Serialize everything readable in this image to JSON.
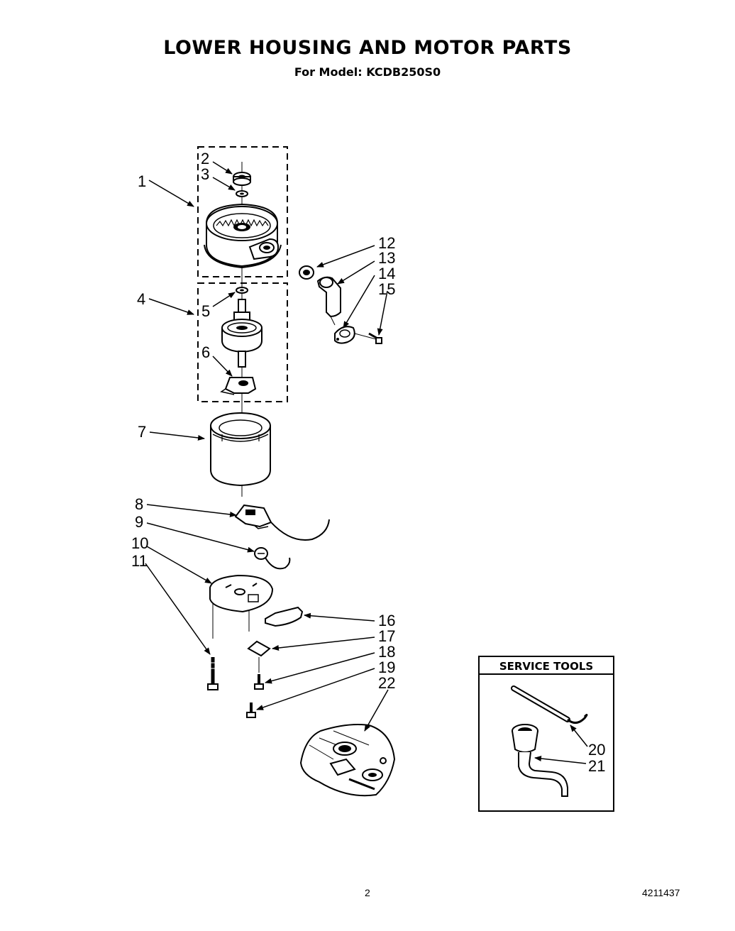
{
  "header": {
    "title": "LOWER HOUSING AND MOTOR PARTS",
    "subtitle": "For Model: KCDB250S0"
  },
  "callouts": {
    "c1": "1",
    "c2": "2",
    "c3": "3",
    "c4": "4",
    "c5": "5",
    "c6": "6",
    "c7": "7",
    "c8": "8",
    "c9": "9",
    "c10": "10",
    "c11": "11",
    "c12": "12",
    "c13": "13",
    "c14": "14",
    "c15": "15",
    "c16": "16",
    "c17": "17",
    "c18": "18",
    "c19": "19",
    "c20": "20",
    "c21": "21",
    "c22": "22"
  },
  "service_tools": {
    "heading": "SERVICE TOOLS"
  },
  "footer": {
    "page_number": "2",
    "doc_number": "4211437"
  }
}
